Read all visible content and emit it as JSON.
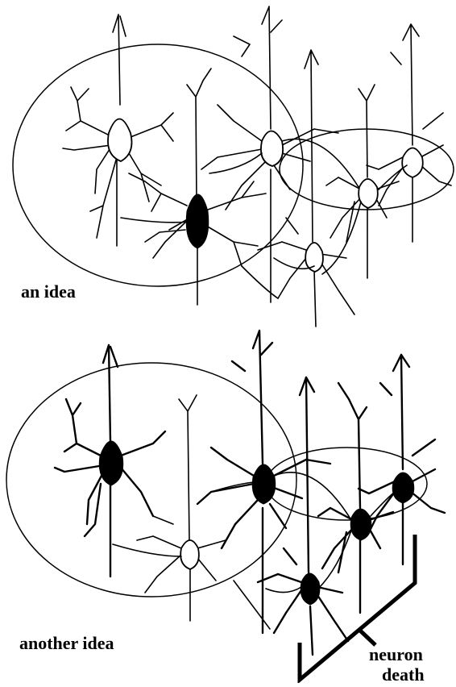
{
  "labels": {
    "top_caption": "an idea",
    "bottom_caption": "another idea",
    "death_caption_line1": "neuron",
    "death_caption_line2": "death"
  },
  "panels": [
    {
      "name": "an idea",
      "active_neurons": [
        "n2"
      ]
    },
    {
      "name": "another idea",
      "active_neurons": [
        "n1",
        "n3",
        "n5",
        "n6",
        "dying"
      ]
    }
  ],
  "colors": {
    "ink": "#000000",
    "background": "#ffffff"
  }
}
